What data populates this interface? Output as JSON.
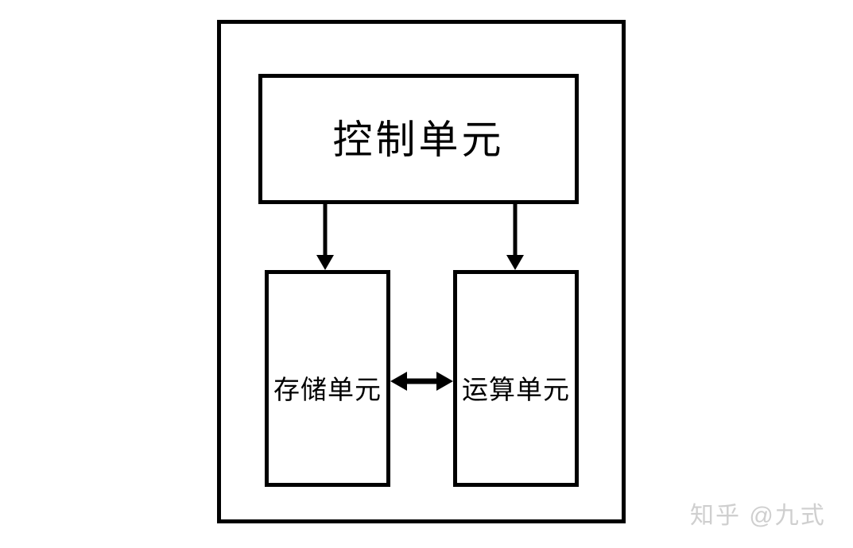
{
  "diagram": {
    "nodes": [
      {
        "id": "control-unit",
        "label": "控制单元"
      },
      {
        "id": "storage-unit",
        "label": "存储单元"
      },
      {
        "id": "arithmetic-unit",
        "label": "运算单元"
      }
    ],
    "edges": [
      {
        "from": "control-unit",
        "to": "storage-unit",
        "direction": "down"
      },
      {
        "from": "control-unit",
        "to": "arithmetic-unit",
        "direction": "down"
      },
      {
        "from": "storage-unit",
        "to": "arithmetic-unit",
        "direction": "both"
      }
    ],
    "colors": {
      "line": "#000000",
      "background": "#ffffff",
      "watermark": "#cfcfcf"
    }
  },
  "watermark": {
    "text": "知乎 @九式"
  }
}
